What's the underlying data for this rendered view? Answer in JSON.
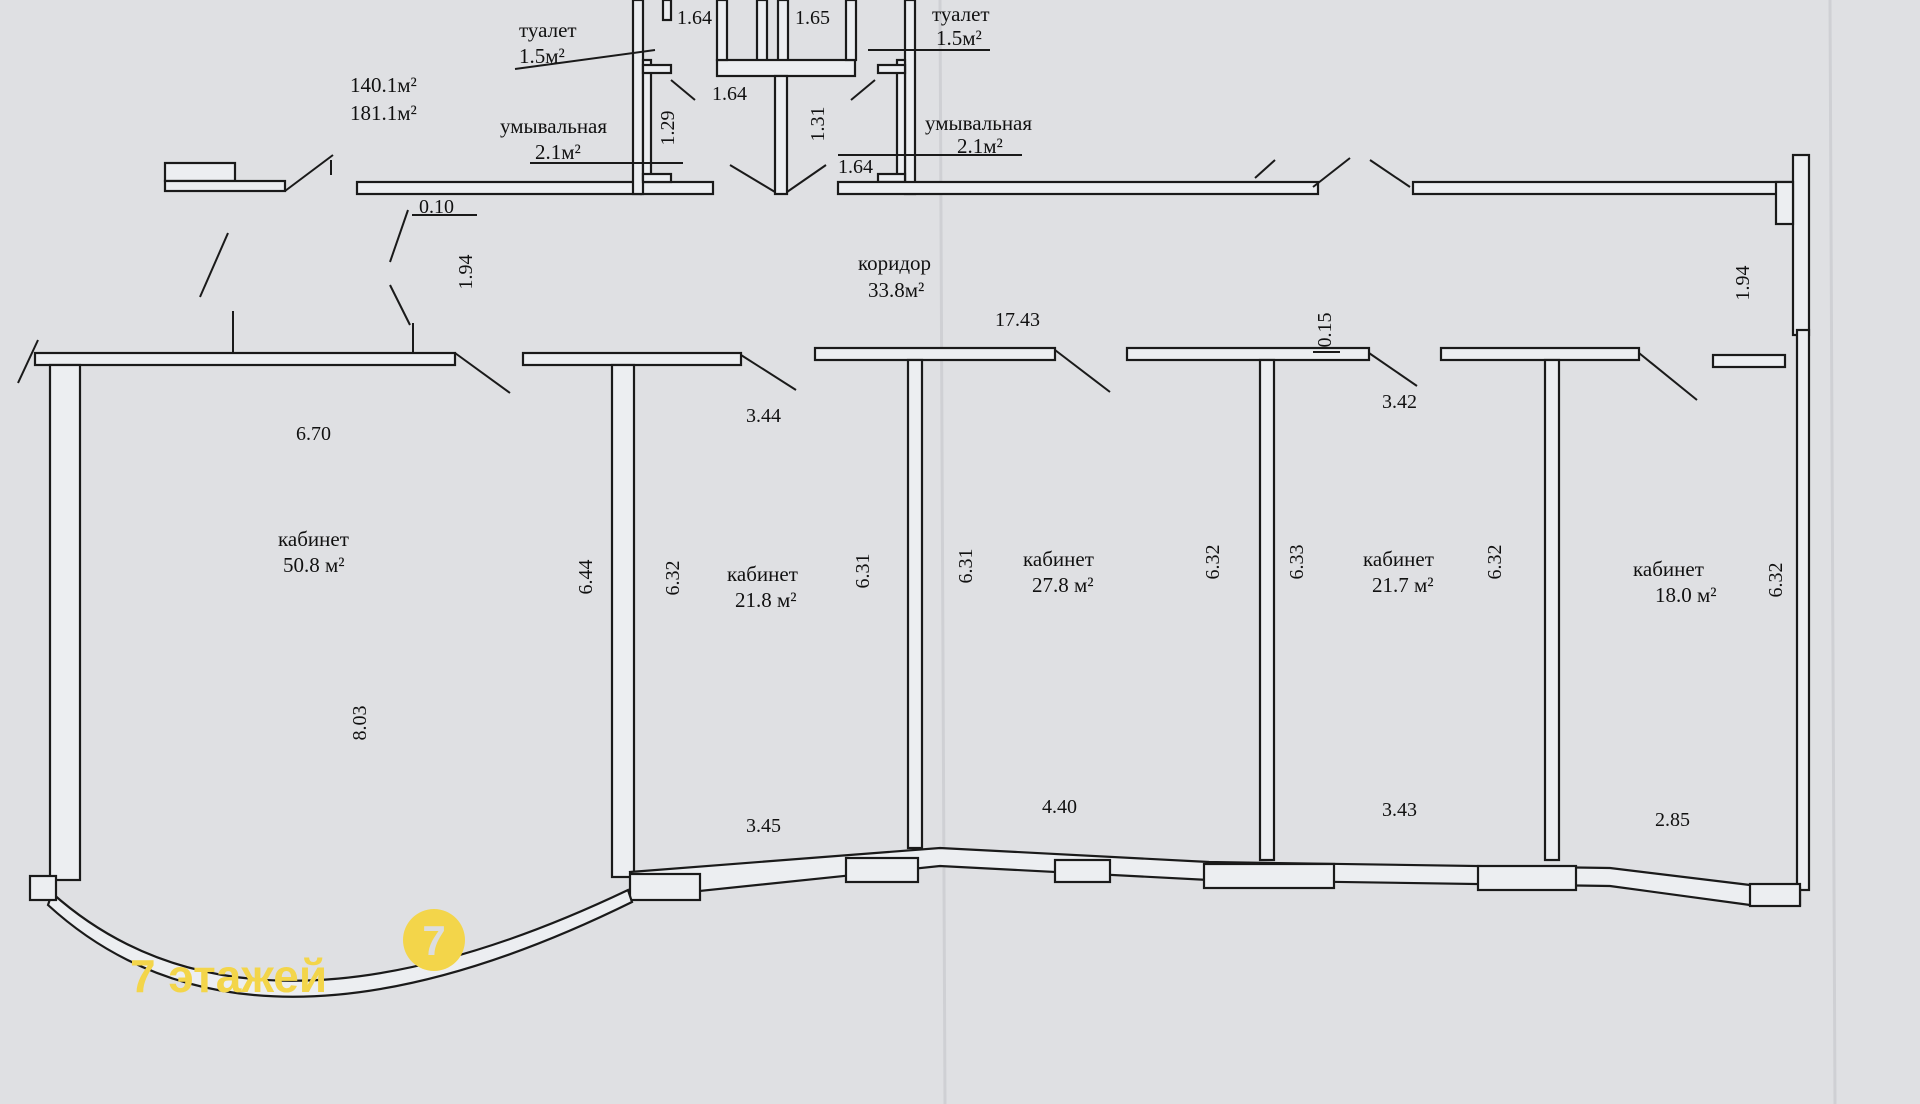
{
  "totals": {
    "area_1": "140.1м²",
    "area_2": "181.1м²"
  },
  "rooms": {
    "toilet_left": {
      "name": "туалет",
      "area": "1.5м²"
    },
    "toilet_right": {
      "name": "туалет",
      "area": "1.5м²"
    },
    "washroom_left": {
      "name": "умывальная",
      "area": "2.1м²"
    },
    "washroom_right": {
      "name": "умывальная",
      "area": "2.1м²"
    },
    "corridor": {
      "name": "коридор",
      "area": "33.8м²"
    },
    "office_1": {
      "name": "кабинет",
      "area": "50.8 м²"
    },
    "office_2": {
      "name": "кабинет",
      "area": "21.8 м²"
    },
    "office_3": {
      "name": "кабинет",
      "area": "27.8 м²"
    },
    "office_4": {
      "name": "кабинет",
      "area": "21.7 м²"
    },
    "office_5": {
      "name": "кабинет",
      "area": "18.0 м²"
    }
  },
  "dimensions": {
    "toilet_left_width": "1.64",
    "toilet_right_width": "1.65",
    "passage_width": "1.64",
    "washroom_left_depth": "1.29",
    "washroom_right_depth": "1.31",
    "washroom_right_width": "1.64",
    "wall_offset": "0.10",
    "corridor_width_left": "1.94",
    "corridor_width_right": "1.94",
    "corridor_length": "17.43",
    "wall_step": "0.15",
    "office_1_top": "6.70",
    "office_1_left": "6.44",
    "office_1_height": "8.03",
    "office_2_top": "3.44",
    "office_2_left": "6.32",
    "office_2_right": "6.31",
    "office_2_bottom": "3.45",
    "office_3_left": "6.31",
    "office_3_right": "6.32",
    "office_3_bottom": "4.40",
    "office_4_top": "3.42",
    "office_4_left": "6.33",
    "office_4_right": "6.32",
    "office_4_bottom": "3.43",
    "office_5_right": "6.32",
    "office_5_bottom": "2.85"
  },
  "watermark": {
    "text": "7 этажей",
    "logo_digit": "7",
    "color": "#f3d54a"
  }
}
